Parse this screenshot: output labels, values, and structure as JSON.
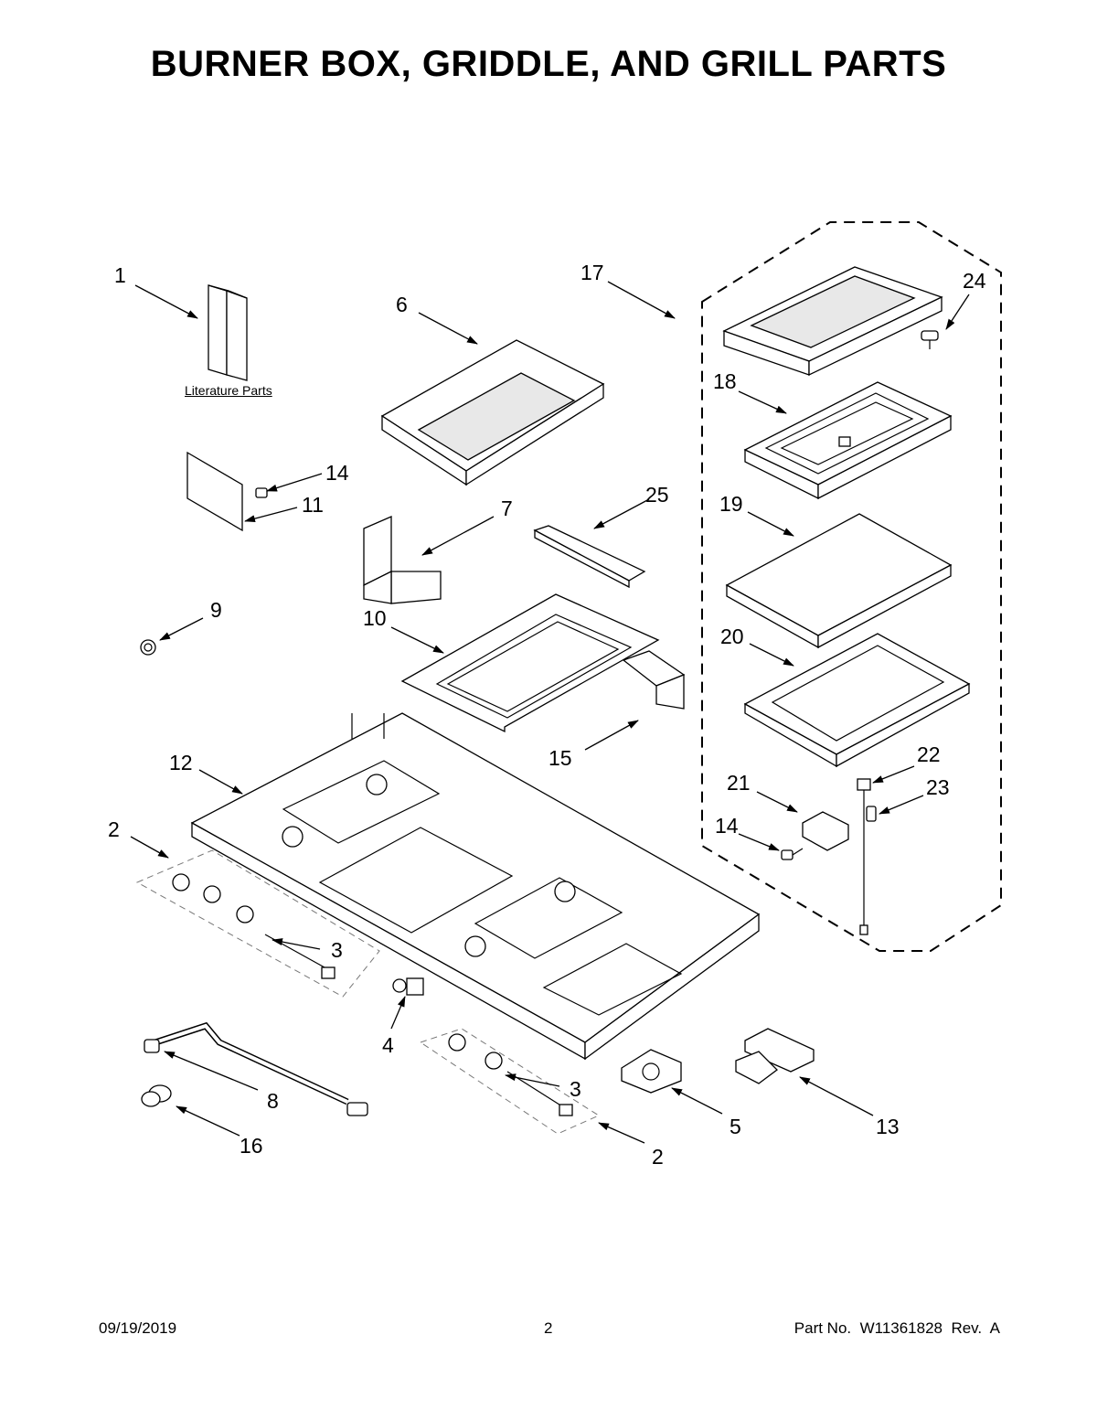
{
  "title": "BURNER BOX, GRIDDLE, AND GRILL PARTS",
  "literature_label": "Literature Parts",
  "callouts": {
    "c1": "1",
    "c17": "17",
    "c24": "24",
    "c6": "6",
    "c18": "18",
    "c14a": "14",
    "c11": "11",
    "c7": "7",
    "c25": "25",
    "c19": "19",
    "c9": "9",
    "c10": "10",
    "c20": "20",
    "c15": "15",
    "c22": "22",
    "c12": "12",
    "c21": "21",
    "c23": "23",
    "c2a": "2",
    "c14b": "14",
    "c3a": "3",
    "c4": "4",
    "c3b": "3",
    "c8": "8",
    "c5": "5",
    "c13": "13",
    "c16": "16",
    "c2b": "2"
  },
  "footer": {
    "date": "09/19/2019",
    "page": "2",
    "part": "Part No.  W11361828  Rev.  A"
  }
}
